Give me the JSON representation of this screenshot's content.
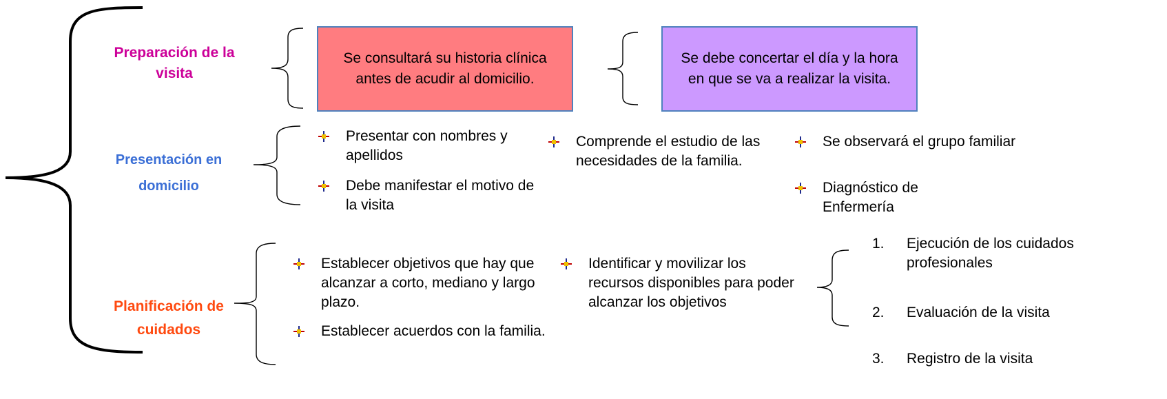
{
  "categories": {
    "preparacion": "Preparación de la visita",
    "presentacion": "Presentación en domicilio",
    "planificacion": "Planificación de cuidados"
  },
  "colors": {
    "preparacion": "#cc0099",
    "presentacion": "#3b6fd6",
    "planificacion": "#ff4a10",
    "box_red": "#ff7c80",
    "box_purple": "#cc99ff",
    "box_border": "#4f81bd"
  },
  "preparacion": {
    "box1": "Se consultará su historia clínica antes de acudir al domicilio.",
    "box2": "Se debe concertar el día y la hora en que se va a realizar la visita."
  },
  "presentacion": {
    "col1": [
      "Presentar con nombres y apellidos",
      "Debe manifestar el motivo de la visita"
    ],
    "col2": [
      "Comprende el estudio de las necesidades de la familia."
    ],
    "col3": [
      "Se observará el grupo familiar",
      "Diagnóstico de Enfermería"
    ]
  },
  "planificacion": {
    "col1": [
      "Establecer objetivos que hay que alcanzar a corto, mediano y largo plazo.",
      "Establecer acuerdos con la familia."
    ],
    "col2": [
      "Identificar y movilizar los recursos disponibles para poder alcanzar los objetivos"
    ],
    "numbered": [
      {
        "n": "1.",
        "text": "Ejecución de los cuidados profesionales"
      },
      {
        "n": "2.",
        "text": "Evaluación de la visita"
      },
      {
        "n": "3.",
        "text": "Registro de la visita"
      }
    ]
  },
  "icons": {
    "bullet": "quad-arrow-bullet-icon"
  }
}
